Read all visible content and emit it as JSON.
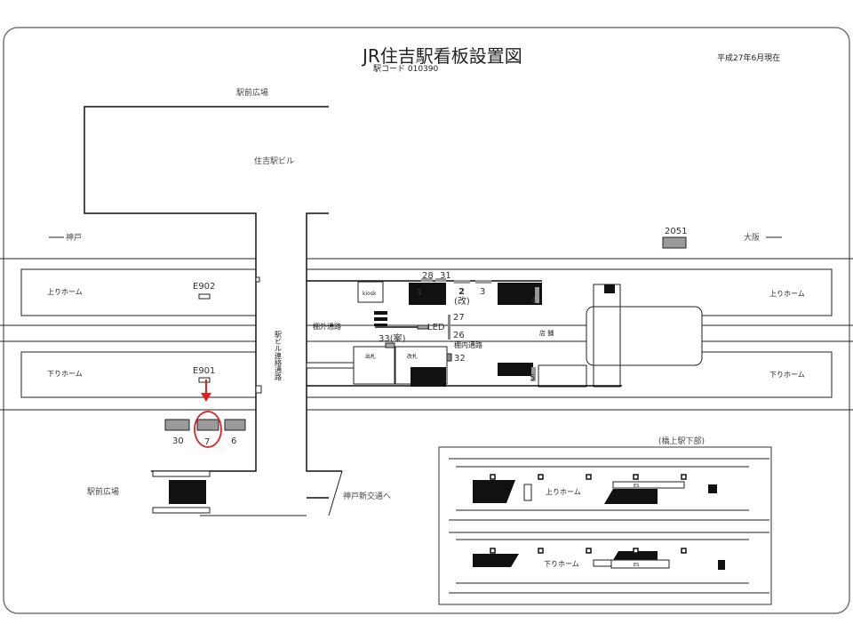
{
  "header": {
    "title": "JR住吉駅看板設置図",
    "station_code": "駅コード 010390",
    "as_of": "平成27年6月現在"
  },
  "labels": {
    "station_square_top": "駅前広場",
    "station_building": "住吉駅ビル",
    "kobe": "神戸",
    "osaka": "大阪",
    "up_platform": "上りホーム",
    "down_platform": "下りホーム",
    "connecting_passage": "駅ビル連絡通路",
    "outside_gate_passage": "棚外通路",
    "inside_gate_passage": "棚内通路",
    "kiosk": "kiosk",
    "exit_gate": "出札",
    "ticket_gate": "改札",
    "shop": "店 舗",
    "led": "LED",
    "station_square_bottom": "駅前広場",
    "to_kobe_new_transit": "神戸新交通へ",
    "under_bridge_station": "(橋上駅下部)",
    "es": "ES"
  },
  "signs": {
    "s2051": "2051",
    "e902": "E902",
    "e901": "E901",
    "n28": "28",
    "n31": "31",
    "n1": "1",
    "n2": "2",
    "n2_note": "(改)",
    "n3": "3",
    "n4": "4",
    "n5": "5",
    "n27": "27",
    "n26": "26",
    "n33": "33(案)",
    "n32": "32",
    "n30": "30",
    "n7": "7",
    "n6": "6"
  },
  "highlight": {
    "sign": "7",
    "color": "#e02020"
  }
}
